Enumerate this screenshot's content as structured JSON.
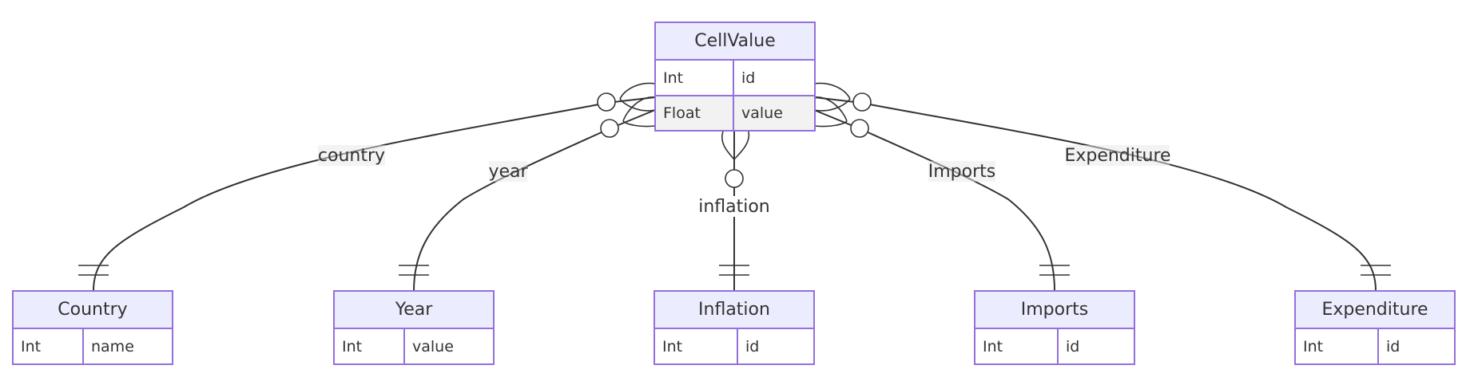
{
  "diagram": {
    "colors": {
      "entity_header_fill": "#ECECFF",
      "entity_border": "#9370DB",
      "row_odd_fill": "#FFFFFF",
      "row_even_fill": "#F2F2F2",
      "line": "#333333",
      "label_bg": "#E8E8E8",
      "text": "#333333"
    },
    "entities": {
      "cellvalue": {
        "name": "CellValue",
        "attributes": [
          {
            "type": "Int",
            "name": "id"
          },
          {
            "type": "Float",
            "name": "value"
          }
        ]
      },
      "country": {
        "name": "Country",
        "attributes": [
          {
            "type": "Int",
            "name": "name"
          }
        ]
      },
      "year": {
        "name": "Year",
        "attributes": [
          {
            "type": "Int",
            "name": "value"
          }
        ]
      },
      "inflation": {
        "name": "Inflation",
        "attributes": [
          {
            "type": "Int",
            "name": "id"
          }
        ]
      },
      "imports": {
        "name": "Imports",
        "attributes": [
          {
            "type": "Int",
            "name": "id"
          }
        ]
      },
      "expenditure": {
        "name": "Expenditure",
        "attributes": [
          {
            "type": "Int",
            "name": "id"
          }
        ]
      }
    },
    "relationships": [
      {
        "label": "country",
        "from": "cellvalue",
        "to": "country",
        "from_card": "zero-or-more",
        "to_card": "exactly-one"
      },
      {
        "label": "year",
        "from": "cellvalue",
        "to": "year",
        "from_card": "zero-or-more",
        "to_card": "exactly-one"
      },
      {
        "label": "inflation",
        "from": "cellvalue",
        "to": "inflation",
        "from_card": "zero-or-more",
        "to_card": "exactly-one"
      },
      {
        "label": "Imports",
        "from": "cellvalue",
        "to": "imports",
        "from_card": "zero-or-more",
        "to_card": "exactly-one"
      },
      {
        "label": "Expenditure",
        "from": "cellvalue",
        "to": "expenditure",
        "from_card": "zero-or-more",
        "to_card": "exactly-one"
      }
    ]
  }
}
